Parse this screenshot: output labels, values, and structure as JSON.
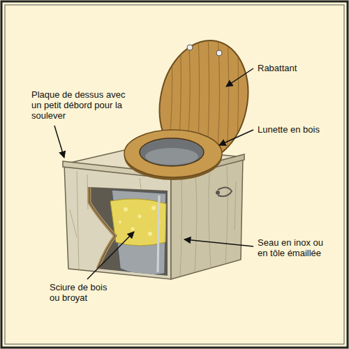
{
  "diagram": {
    "labels": [
      "Plaque de dessus avec un petit débord pour la soulever",
      "Rabattant",
      "Lunette en bois",
      "Seau en inox ou en tôle émaillée",
      "Sciure de bois ou broyat"
    ]
  }
}
